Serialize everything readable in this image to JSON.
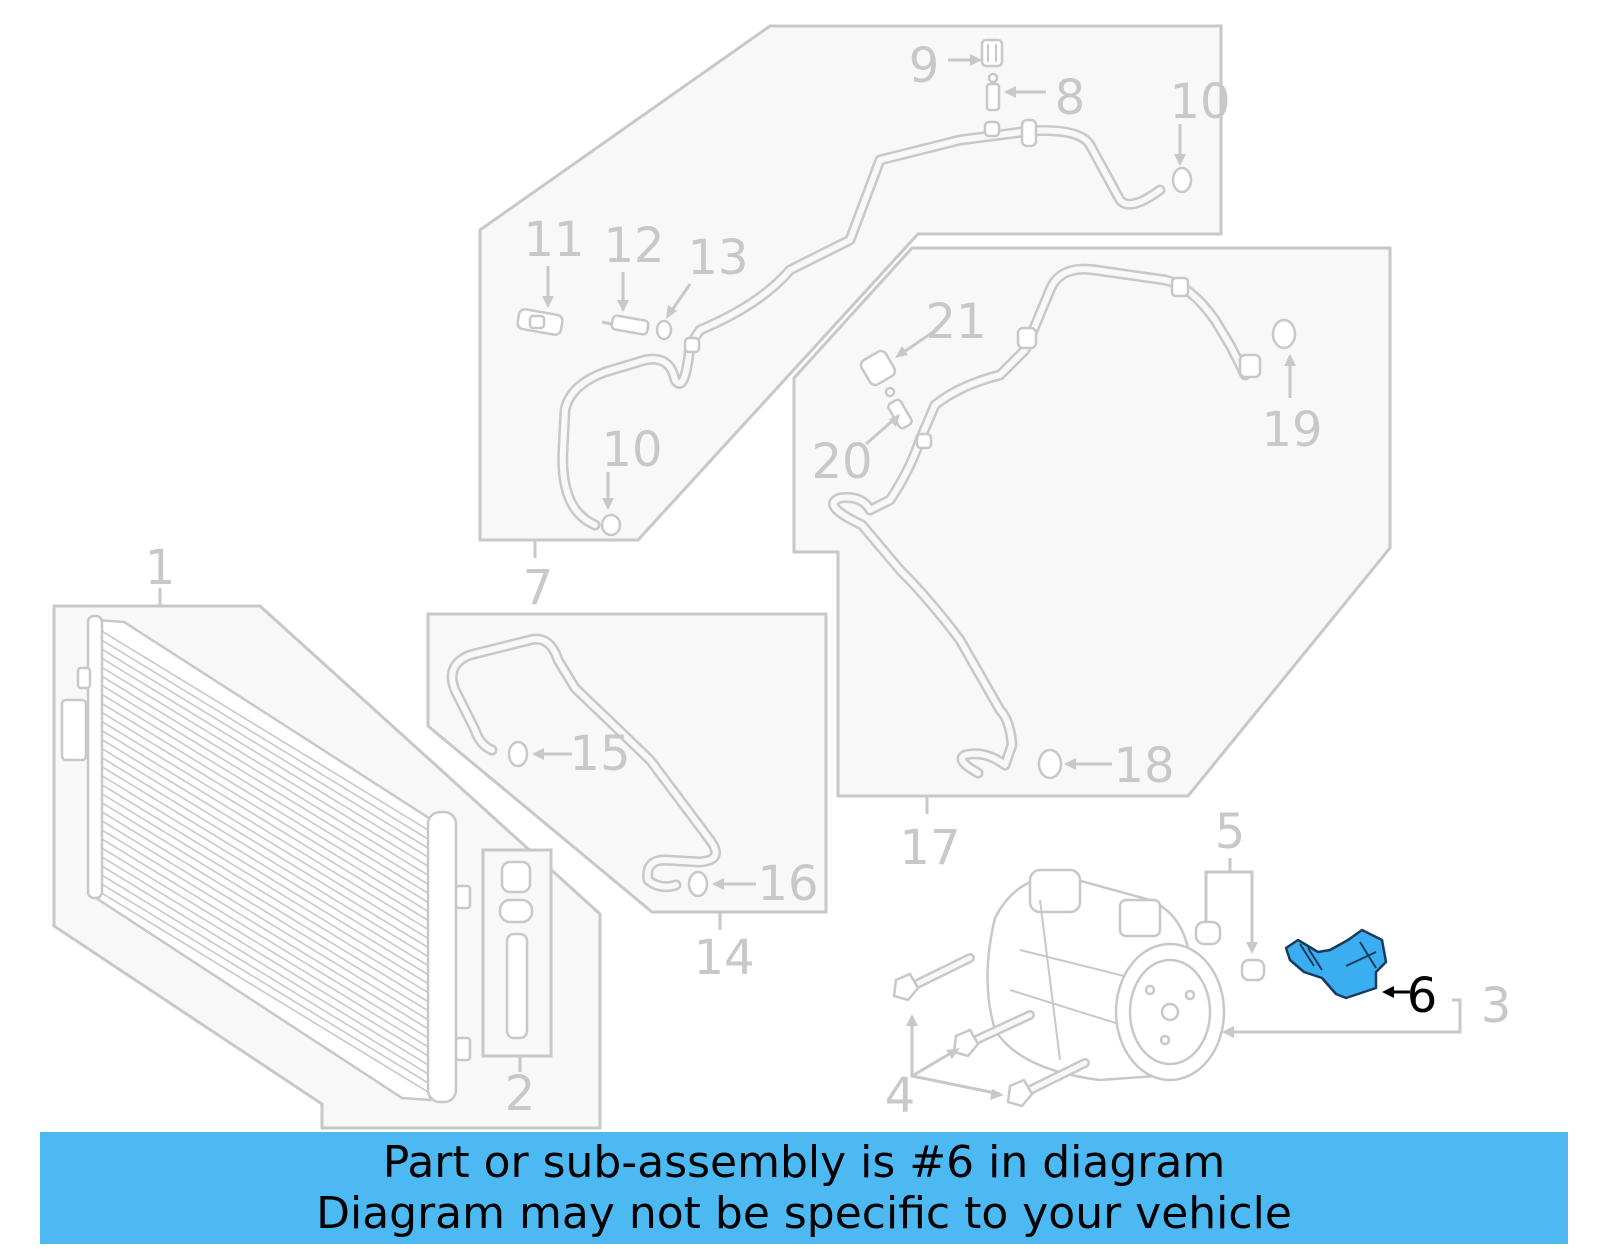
{
  "callouts": {
    "c1": "1",
    "c2": "2",
    "c3": "3",
    "c4": "4",
    "c5": "5",
    "c6": "6",
    "c7": "7",
    "c8": "8",
    "c9": "9",
    "c10a": "10",
    "c10b": "10",
    "c11": "11",
    "c12": "12",
    "c13": "13",
    "c14": "14",
    "c15": "15",
    "c16": "16",
    "c17": "17",
    "c18": "18",
    "c19": "19",
    "c20": "20",
    "c21": "21"
  },
  "highlighted_part": "6",
  "banner": {
    "line1": "Part or sub-assembly is #6 in diagram",
    "line2": "Diagram may not be specific to your vehicle"
  },
  "colors": {
    "banner": "#4db9f2",
    "highlight_part": "#3aaef0",
    "inactive_lines": "#c8c8c8"
  }
}
